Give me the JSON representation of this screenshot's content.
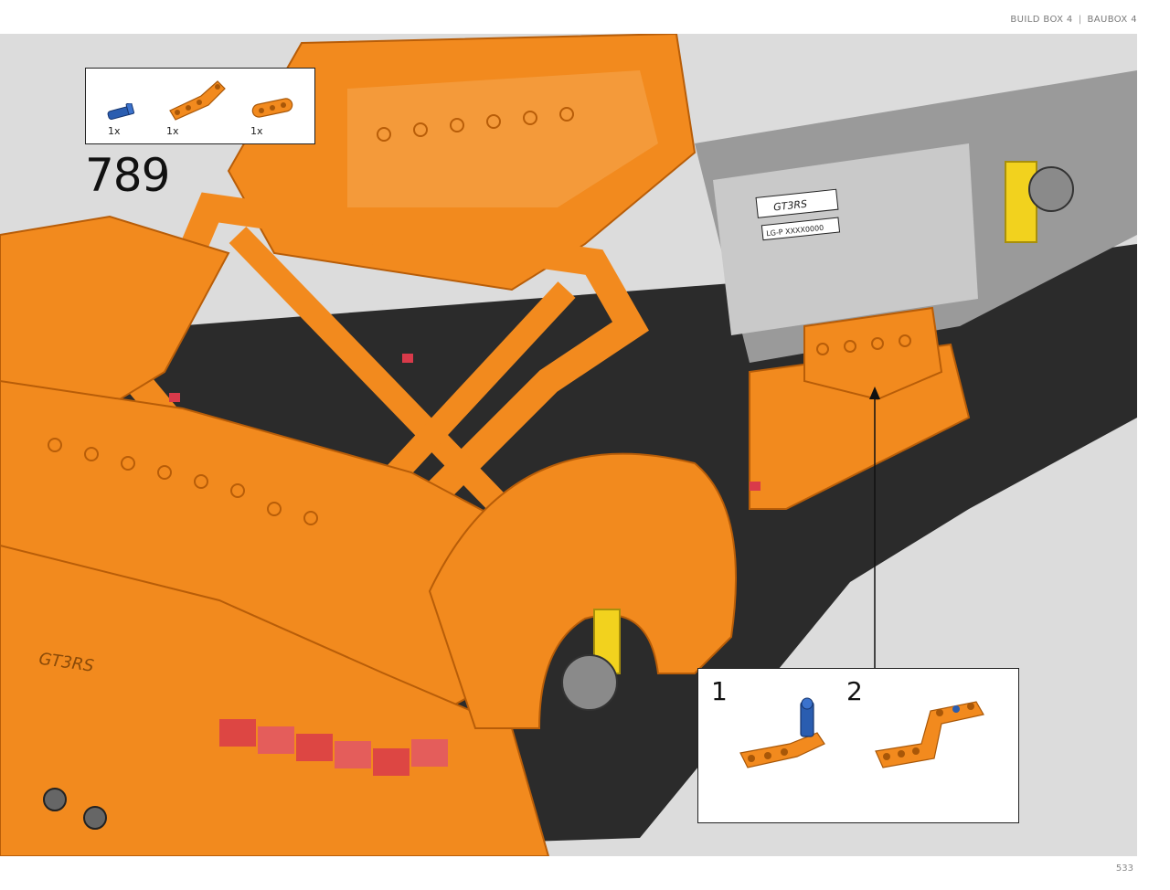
{
  "header": {
    "left": "BUILD BOX 4",
    "separator": "|",
    "right": "BAUBOX 4"
  },
  "parts_callout": {
    "items": [
      {
        "icon": "blue-axle-pin-icon",
        "quantity": "1x",
        "color": "#2a5db0"
      },
      {
        "icon": "orange-angled-beam-icon",
        "quantity": "1x",
        "color": "#f28a1e"
      },
      {
        "icon": "orange-straight-beam-icon",
        "quantity": "1x",
        "color": "#f28a1e"
      }
    ]
  },
  "step": {
    "number": "789"
  },
  "sub_steps": [
    {
      "number": "1",
      "icon": "beam-with-pin-icon"
    },
    {
      "number": "2",
      "icon": "assembled-angled-beam-icon"
    }
  ],
  "page": {
    "number": "533"
  },
  "model": {
    "image": "porsche-gt3-rs-model-icon",
    "badge_text": "GT3RS",
    "plate_text": "LG-P XXXX0000",
    "colors": {
      "body": "#f28a1e",
      "frame": "#2b2b2b",
      "light_gray": "#b8b8b8",
      "tail_light": "#d93a4a",
      "accent_yellow": "#f2d21e",
      "pin_blue": "#2a5db0"
    }
  }
}
